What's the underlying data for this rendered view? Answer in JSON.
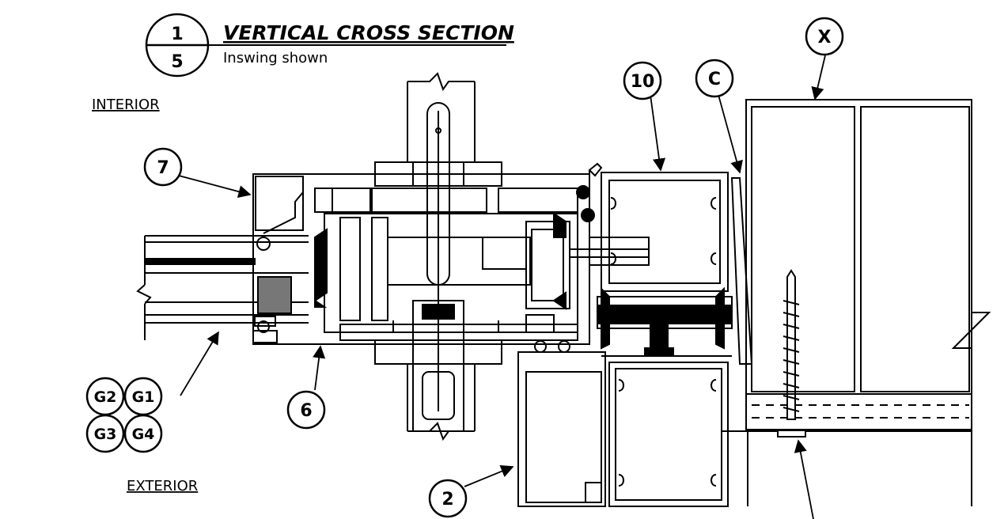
{
  "detail": {
    "number": "1",
    "sheet": "5",
    "title": "VERTICAL CROSS SECTION",
    "subtitle": "Inswing shown"
  },
  "labels": {
    "interior": "INTERIOR",
    "exterior": "EXTERIOR"
  },
  "callouts": {
    "c7": "7",
    "c6": "6",
    "c10": "10",
    "cC": "C",
    "cX": "X",
    "c2": "2",
    "g1": "G1",
    "g2": "G2",
    "g3": "G3",
    "g4": "G4"
  }
}
